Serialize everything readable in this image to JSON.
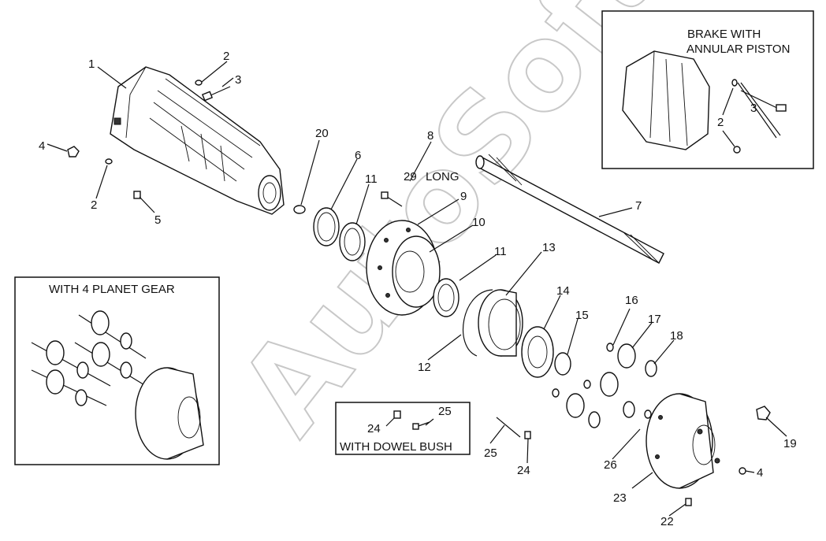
{
  "watermark": "AutoSoft",
  "insets": {
    "brake": {
      "title_line1": "BRAKE WITH",
      "title_line2": "ANNULAR PISTON"
    },
    "planet": {
      "title": "WITH 4 PLANET GEAR"
    },
    "dowel": {
      "title": "WITH DOWEL BUSH"
    }
  },
  "annotations": {
    "long_note": "LONG"
  },
  "callouts": {
    "c1": "1",
    "c2a": "2",
    "c3a": "3",
    "c4a": "4",
    "c2b": "2",
    "c5": "5",
    "c20": "20",
    "c6": "6",
    "c11a": "11",
    "c8": "8",
    "c29": "29",
    "c9": "9",
    "c10": "10",
    "c11b": "11",
    "c7": "7",
    "c13": "13",
    "c12": "12",
    "c14": "14",
    "c15": "15",
    "c16": "16",
    "c17": "17",
    "c18": "18",
    "c19": "19",
    "c26": "26",
    "c4b": "4",
    "c23": "23",
    "c22": "22",
    "c25a": "25",
    "c24a": "24",
    "c25b": "25",
    "c24b": "24",
    "c3b": "3",
    "c2c": "2"
  }
}
